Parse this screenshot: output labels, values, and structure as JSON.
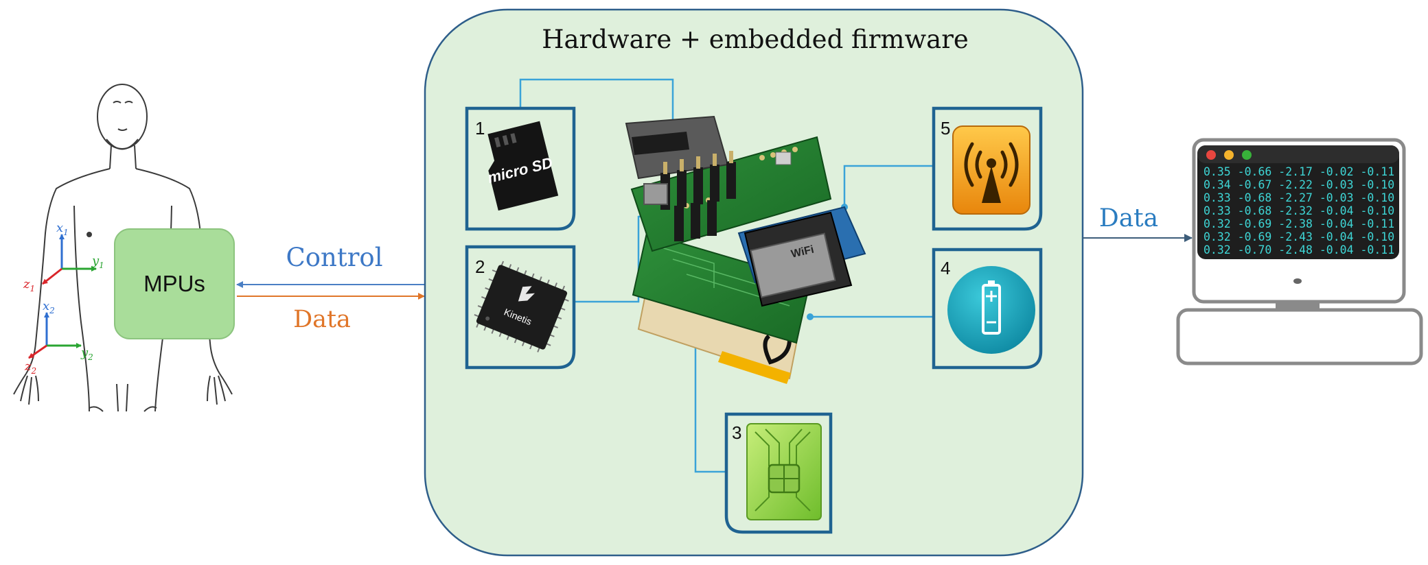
{
  "title": "Hardware + embedded firmware",
  "body_node": {
    "label": "MPUs"
  },
  "axes": {
    "x1": "x",
    "y1": "y",
    "z1": "z",
    "sub1": "1",
    "x2": "x",
    "y2": "y",
    "z2": "z",
    "sub2": "2"
  },
  "arrows": {
    "control": "Control",
    "data_left": "Data",
    "data_right": "Data"
  },
  "modules": [
    {
      "number": "1",
      "icon": "microsd-card-icon",
      "chip_text": "micro SD"
    },
    {
      "number": "2",
      "icon": "microcontroller-chip-icon",
      "chip_text": "Kinetis"
    },
    {
      "number": "3",
      "icon": "sim-card-icon"
    },
    {
      "number": "4",
      "icon": "battery-icon"
    },
    {
      "number": "5",
      "icon": "wireless-antenna-icon"
    }
  ],
  "board_text": {
    "wifi": "WiFi"
  },
  "terminal": {
    "lines": [
      "0.35 -0.66 -2.17 -0.02 -0.11",
      "0.34 -0.67 -2.22 -0.03 -0.10",
      "0.33 -0.68 -2.27 -0.03 -0.10",
      "0.33 -0.68 -2.32 -0.04 -0.10",
      "0.32 -0.69 -2.38 -0.04 -0.11",
      "0.32 -0.69 -2.43 -0.04 -0.10",
      "0.32 -0.70 -2.48 -0.04 -0.11"
    ]
  },
  "colors": {
    "panel_fill": "#dff0dc",
    "panel_stroke": "#2e5e8a",
    "module_stroke": "#1f6391",
    "connector": "#3aa3d8",
    "mpu_fill": "#a9dd9a",
    "control_arrow": "#4a7fc4",
    "data_arrow": "#e07528",
    "x_axis": "#2f6fd1",
    "y_axis": "#2aa532",
    "z_axis": "#d9252a",
    "terminal_text": "#3ed6d6"
  }
}
